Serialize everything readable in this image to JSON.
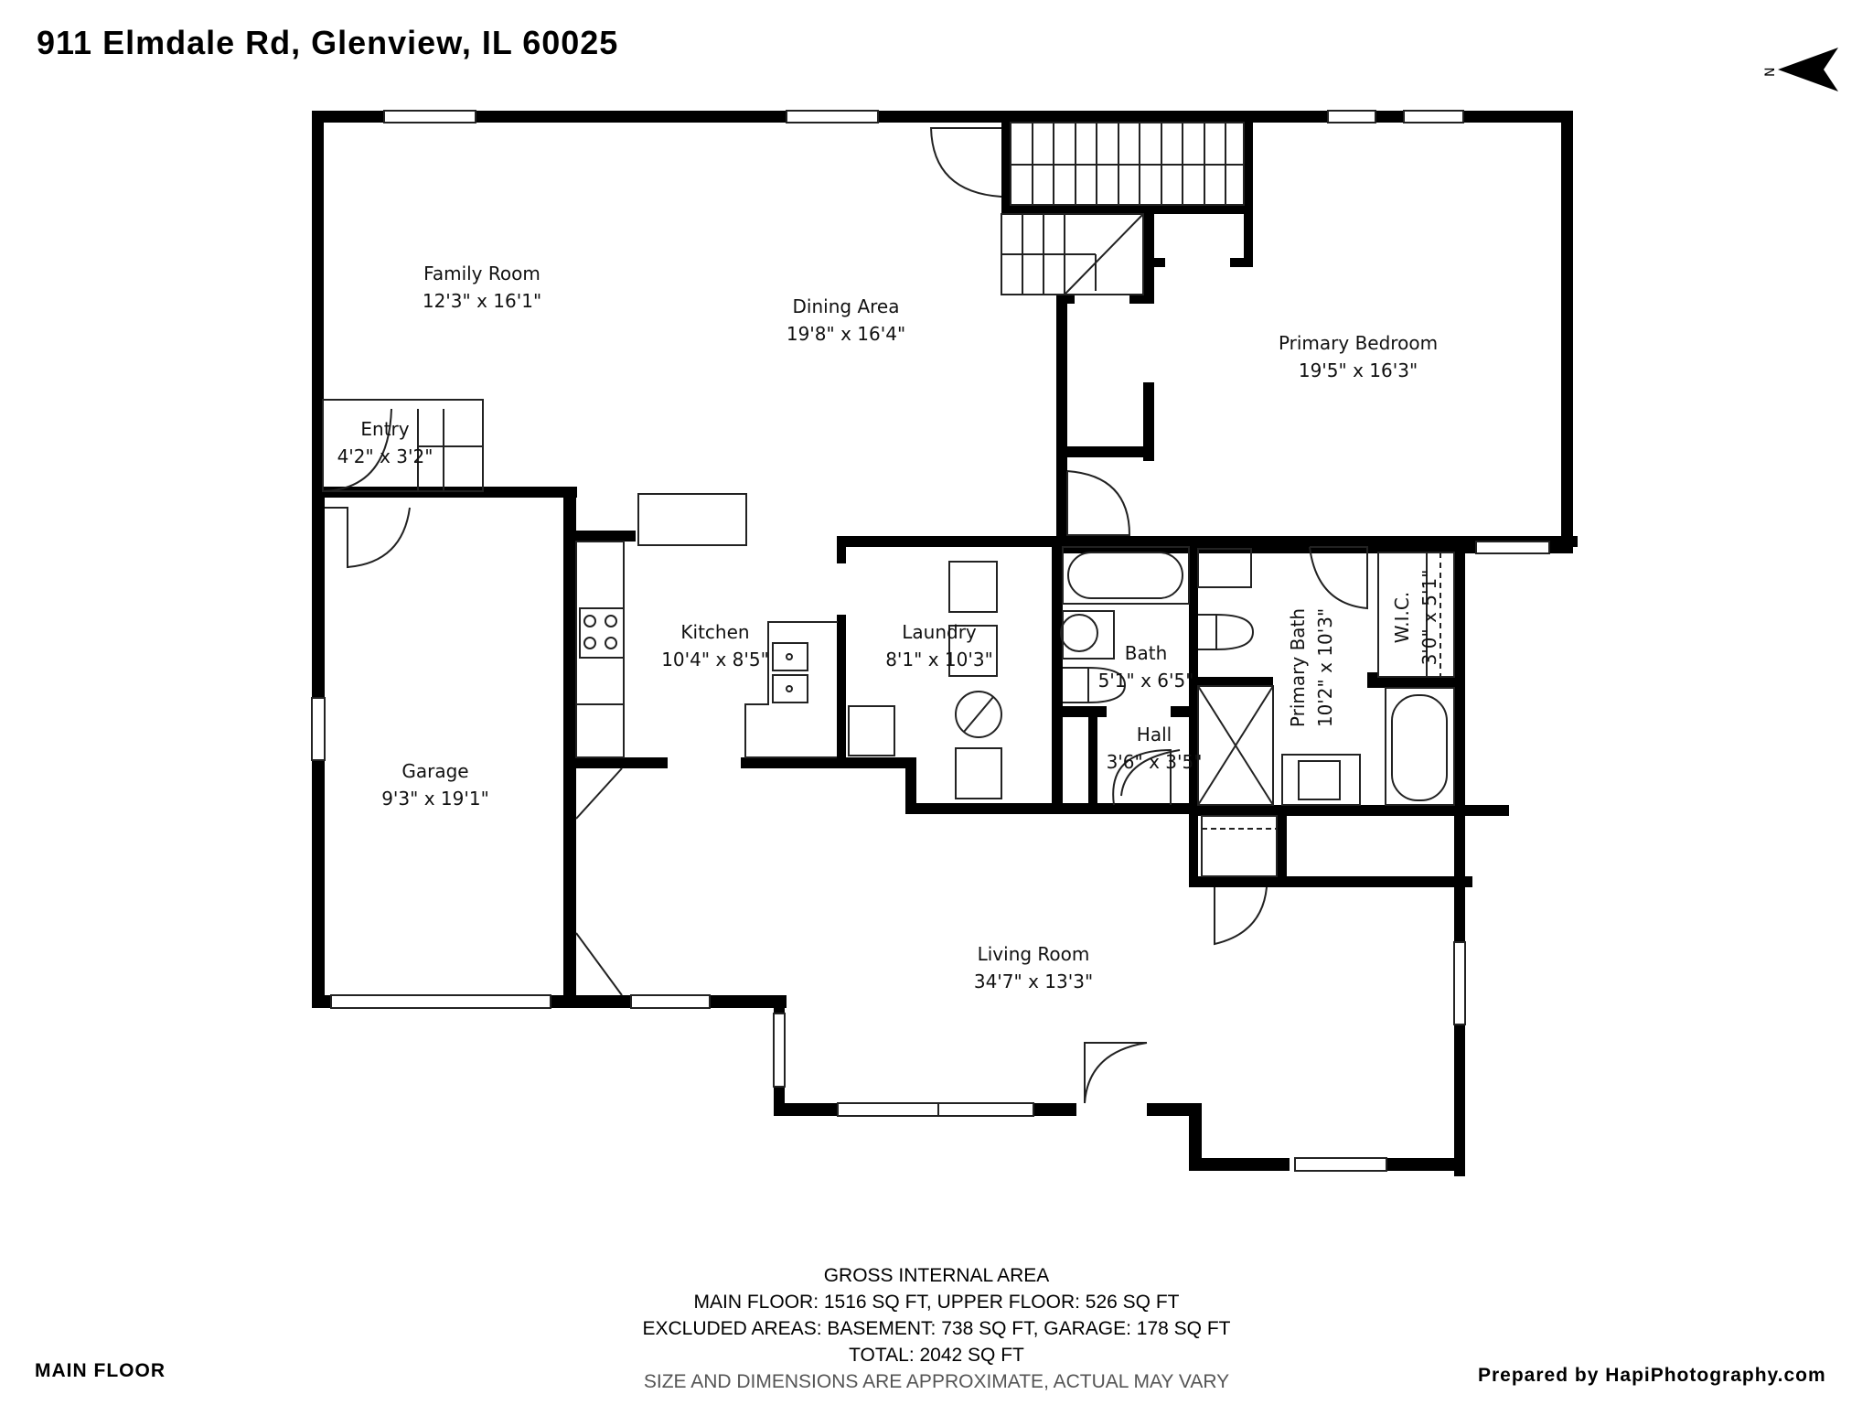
{
  "header": {
    "address": "911 Elmdale Rd, Glenview, IL 60025",
    "compass_label": "N",
    "compass_icon": "north-arrow-icon"
  },
  "rooms": [
    {
      "name": "Family Room",
      "dims": "12'3\" x 16'1\""
    },
    {
      "name": "Dining Area",
      "dims": "19'8\" x 16'4\""
    },
    {
      "name": "Primary Bedroom",
      "dims": "19'5\" x 16'3\""
    },
    {
      "name": "Entry",
      "dims": "4'2\" x 3'2\""
    },
    {
      "name": "Kitchen",
      "dims": "10'4\" x 8'5\""
    },
    {
      "name": "Laundry",
      "dims": "8'1\" x 10'3\""
    },
    {
      "name": "Bath",
      "dims": "5'1\" x 6'5\""
    },
    {
      "name": "Hall",
      "dims": "3'6\" x 3'5\""
    },
    {
      "name": "Primary Bath",
      "dims": "10'2\" x 10'3\""
    },
    {
      "name": "W.I.C.",
      "dims": "3'0\" x 5'1\""
    },
    {
      "name": "Garage",
      "dims": "9'3\" x 19'1\""
    },
    {
      "name": "Living Room",
      "dims": "34'7\" x 13'3\""
    }
  ],
  "area_summary": {
    "heading": "GROSS INTERNAL AREA",
    "floors": "MAIN FLOOR: 1516 SQ FT, UPPER FLOOR: 526 SQ FT",
    "excluded": "EXCLUDED AREAS: BASEMENT: 738 SQ FT, GARAGE: 178 SQ FT",
    "total": "TOTAL: 2042 SQ FT",
    "disclaimer": "SIZE AND DIMENSIONS ARE APPROXIMATE, ACTUAL MAY VARY"
  },
  "footer": {
    "floor_label": "MAIN FLOOR",
    "prepared_by": "Prepared by HapiPhotography.com"
  }
}
